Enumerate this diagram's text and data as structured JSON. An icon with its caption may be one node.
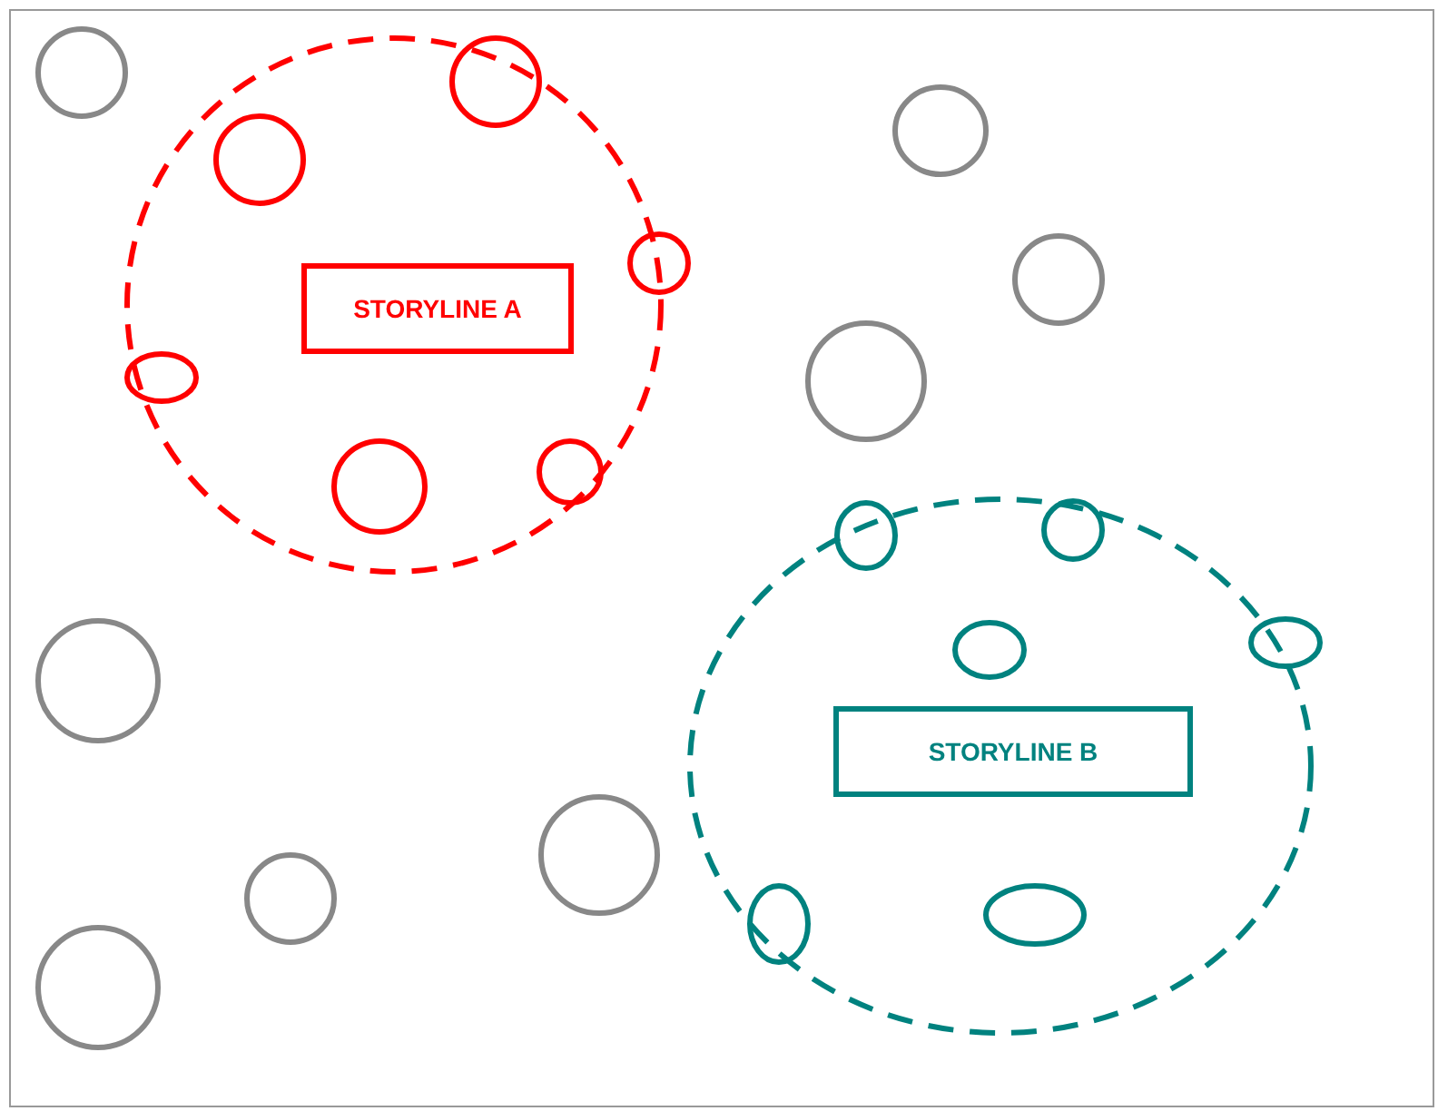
{
  "diagram": {
    "nodes": [
      {
        "text": [],
        "shape": "circle"
      },
      {
        "text": [],
        "shape": "circle"
      },
      {
        "text": [
          "STORYLINE A"
        ],
        "in": 1
      },
      {
        "text": [],
        "shape": "circle",
        "in": 1
      },
      {
        "text": [],
        "shape": "circle",
        "in": 1
      },
      {
        "text": [],
        "shape": "circle",
        "in": 1
      },
      {
        "text": [],
        "shape": "circle",
        "in": 1
      },
      {
        "text": [],
        "shape": "circle",
        "in": 1
      },
      {
        "text": [],
        "shape": "circle",
        "in": 1
      },
      {
        "text": [],
        "shape": "circle"
      },
      {
        "text": [],
        "shape": "circle"
      },
      {
        "text": [],
        "shape": "circle"
      },
      {
        "text": [],
        "shape": "circle"
      },
      {
        "text": [],
        "shape": "circle"
      },
      {
        "text": [],
        "shape": "circle"
      },
      {
        "text": [
          "STORYLINE B"
        ],
        "in": 14
      },
      {
        "text": [],
        "shape": "circle",
        "in": 14
      },
      {
        "text": [],
        "shape": "circle",
        "in": 14
      },
      {
        "text": [],
        "shape": "circle",
        "in": 14
      },
      {
        "text": [],
        "shape": "circle",
        "in": 14
      },
      {
        "text": [],
        "shape": "circle",
        "in": 14
      },
      {
        "text": [],
        "shape": "circle",
        "in": 14
      },
      {
        "text": [],
        "shape": "circle"
      },
      {
        "text": [],
        "shape": "circle"
      }
    ]
  }
}
